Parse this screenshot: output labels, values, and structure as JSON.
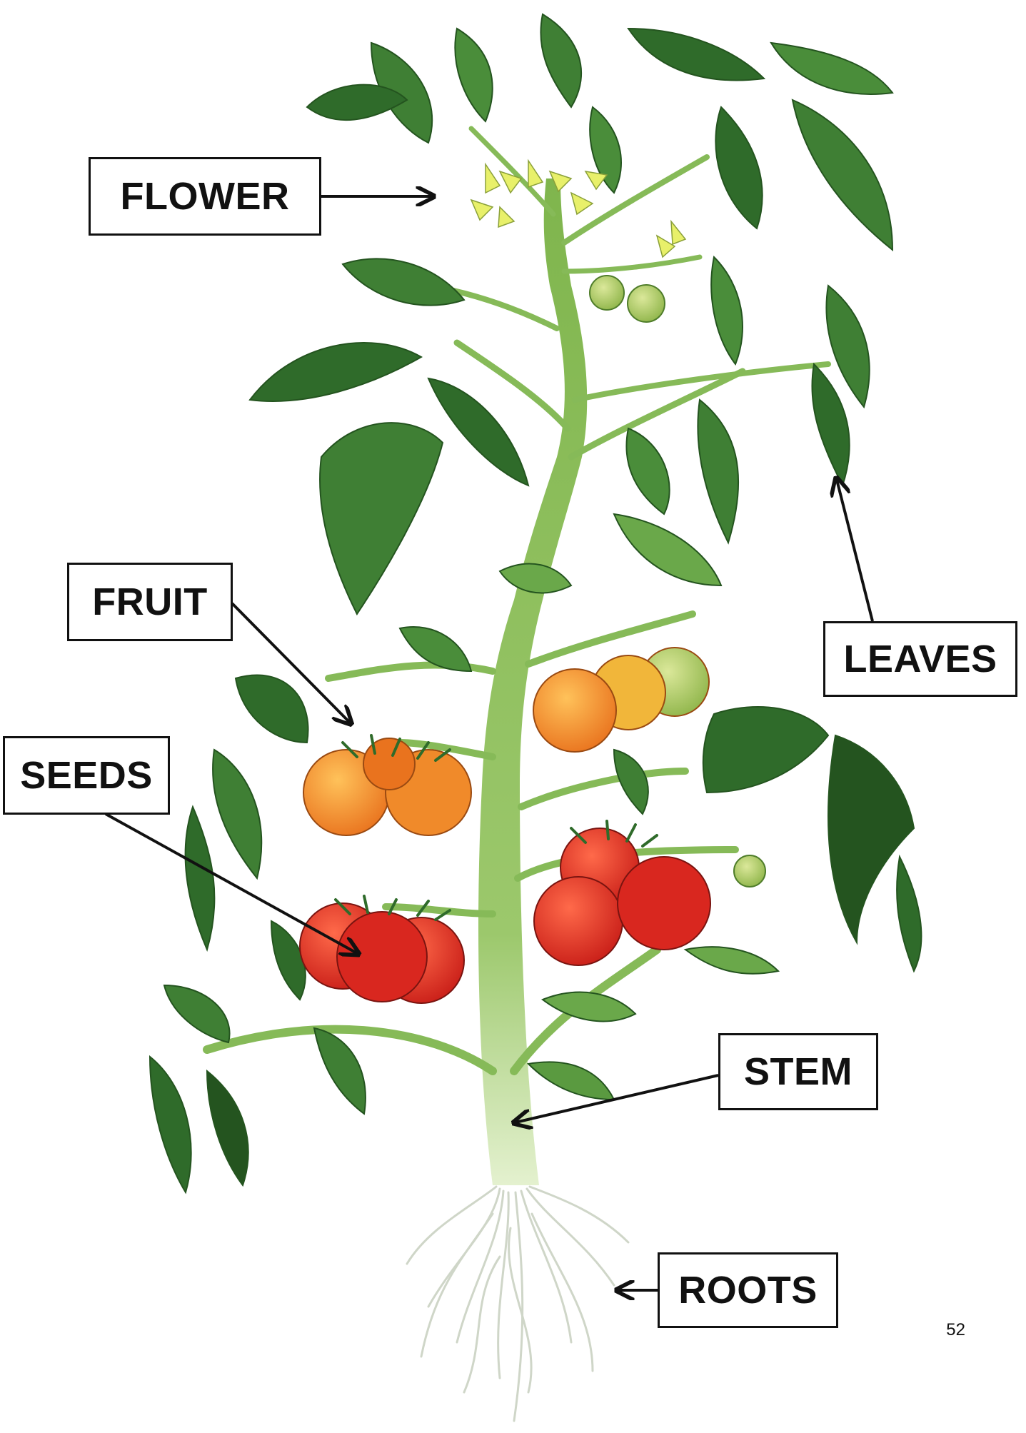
{
  "labels": {
    "flower": "FLOWER",
    "fruit": "FRUIT",
    "seeds": "SEEDS",
    "leaves": "LEAVES",
    "stem": "STEM",
    "roots": "ROOTS"
  },
  "page_number": "52",
  "colors": {
    "leaf_dark": "#2f6b2a",
    "leaf_mid": "#4a8d3a",
    "stem": "#8cbf5c",
    "stem_base": "#dfeec8",
    "tomato_red": "#e2342a",
    "tomato_orange": "#f39a2c",
    "tomato_green": "#b8d27a",
    "flower_yellow": "#e8f06a",
    "root": "#d8dcd2"
  }
}
